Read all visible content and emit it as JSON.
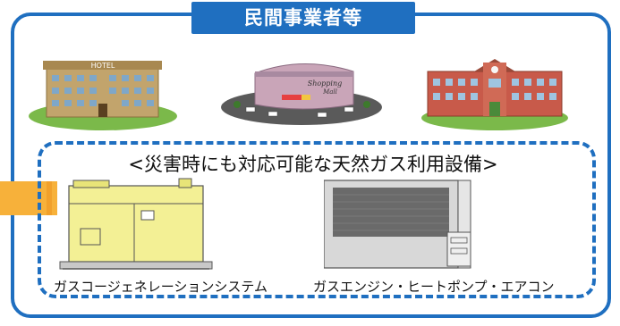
{
  "header": {
    "title": "民間事業者等"
  },
  "buildings": [
    {
      "name": "hotel",
      "sign": "HOTEL"
    },
    {
      "name": "shopping-mall",
      "sign_line1": "Shopping",
      "sign_line2": "Mall"
    },
    {
      "name": "school"
    }
  ],
  "equipment_section": {
    "heading": "<災害時にも対応可能な天然ガス利用設備>",
    "items": [
      {
        "label": "ガスコージェネレーションシステム"
      },
      {
        "label": "ガスエンジン・ヒートポンプ・エアコン"
      }
    ]
  },
  "colors": {
    "frame_blue": "#1f6fc0",
    "accent_orange": "#f7b13a",
    "cogeneration_yellow": "#f3f095"
  }
}
